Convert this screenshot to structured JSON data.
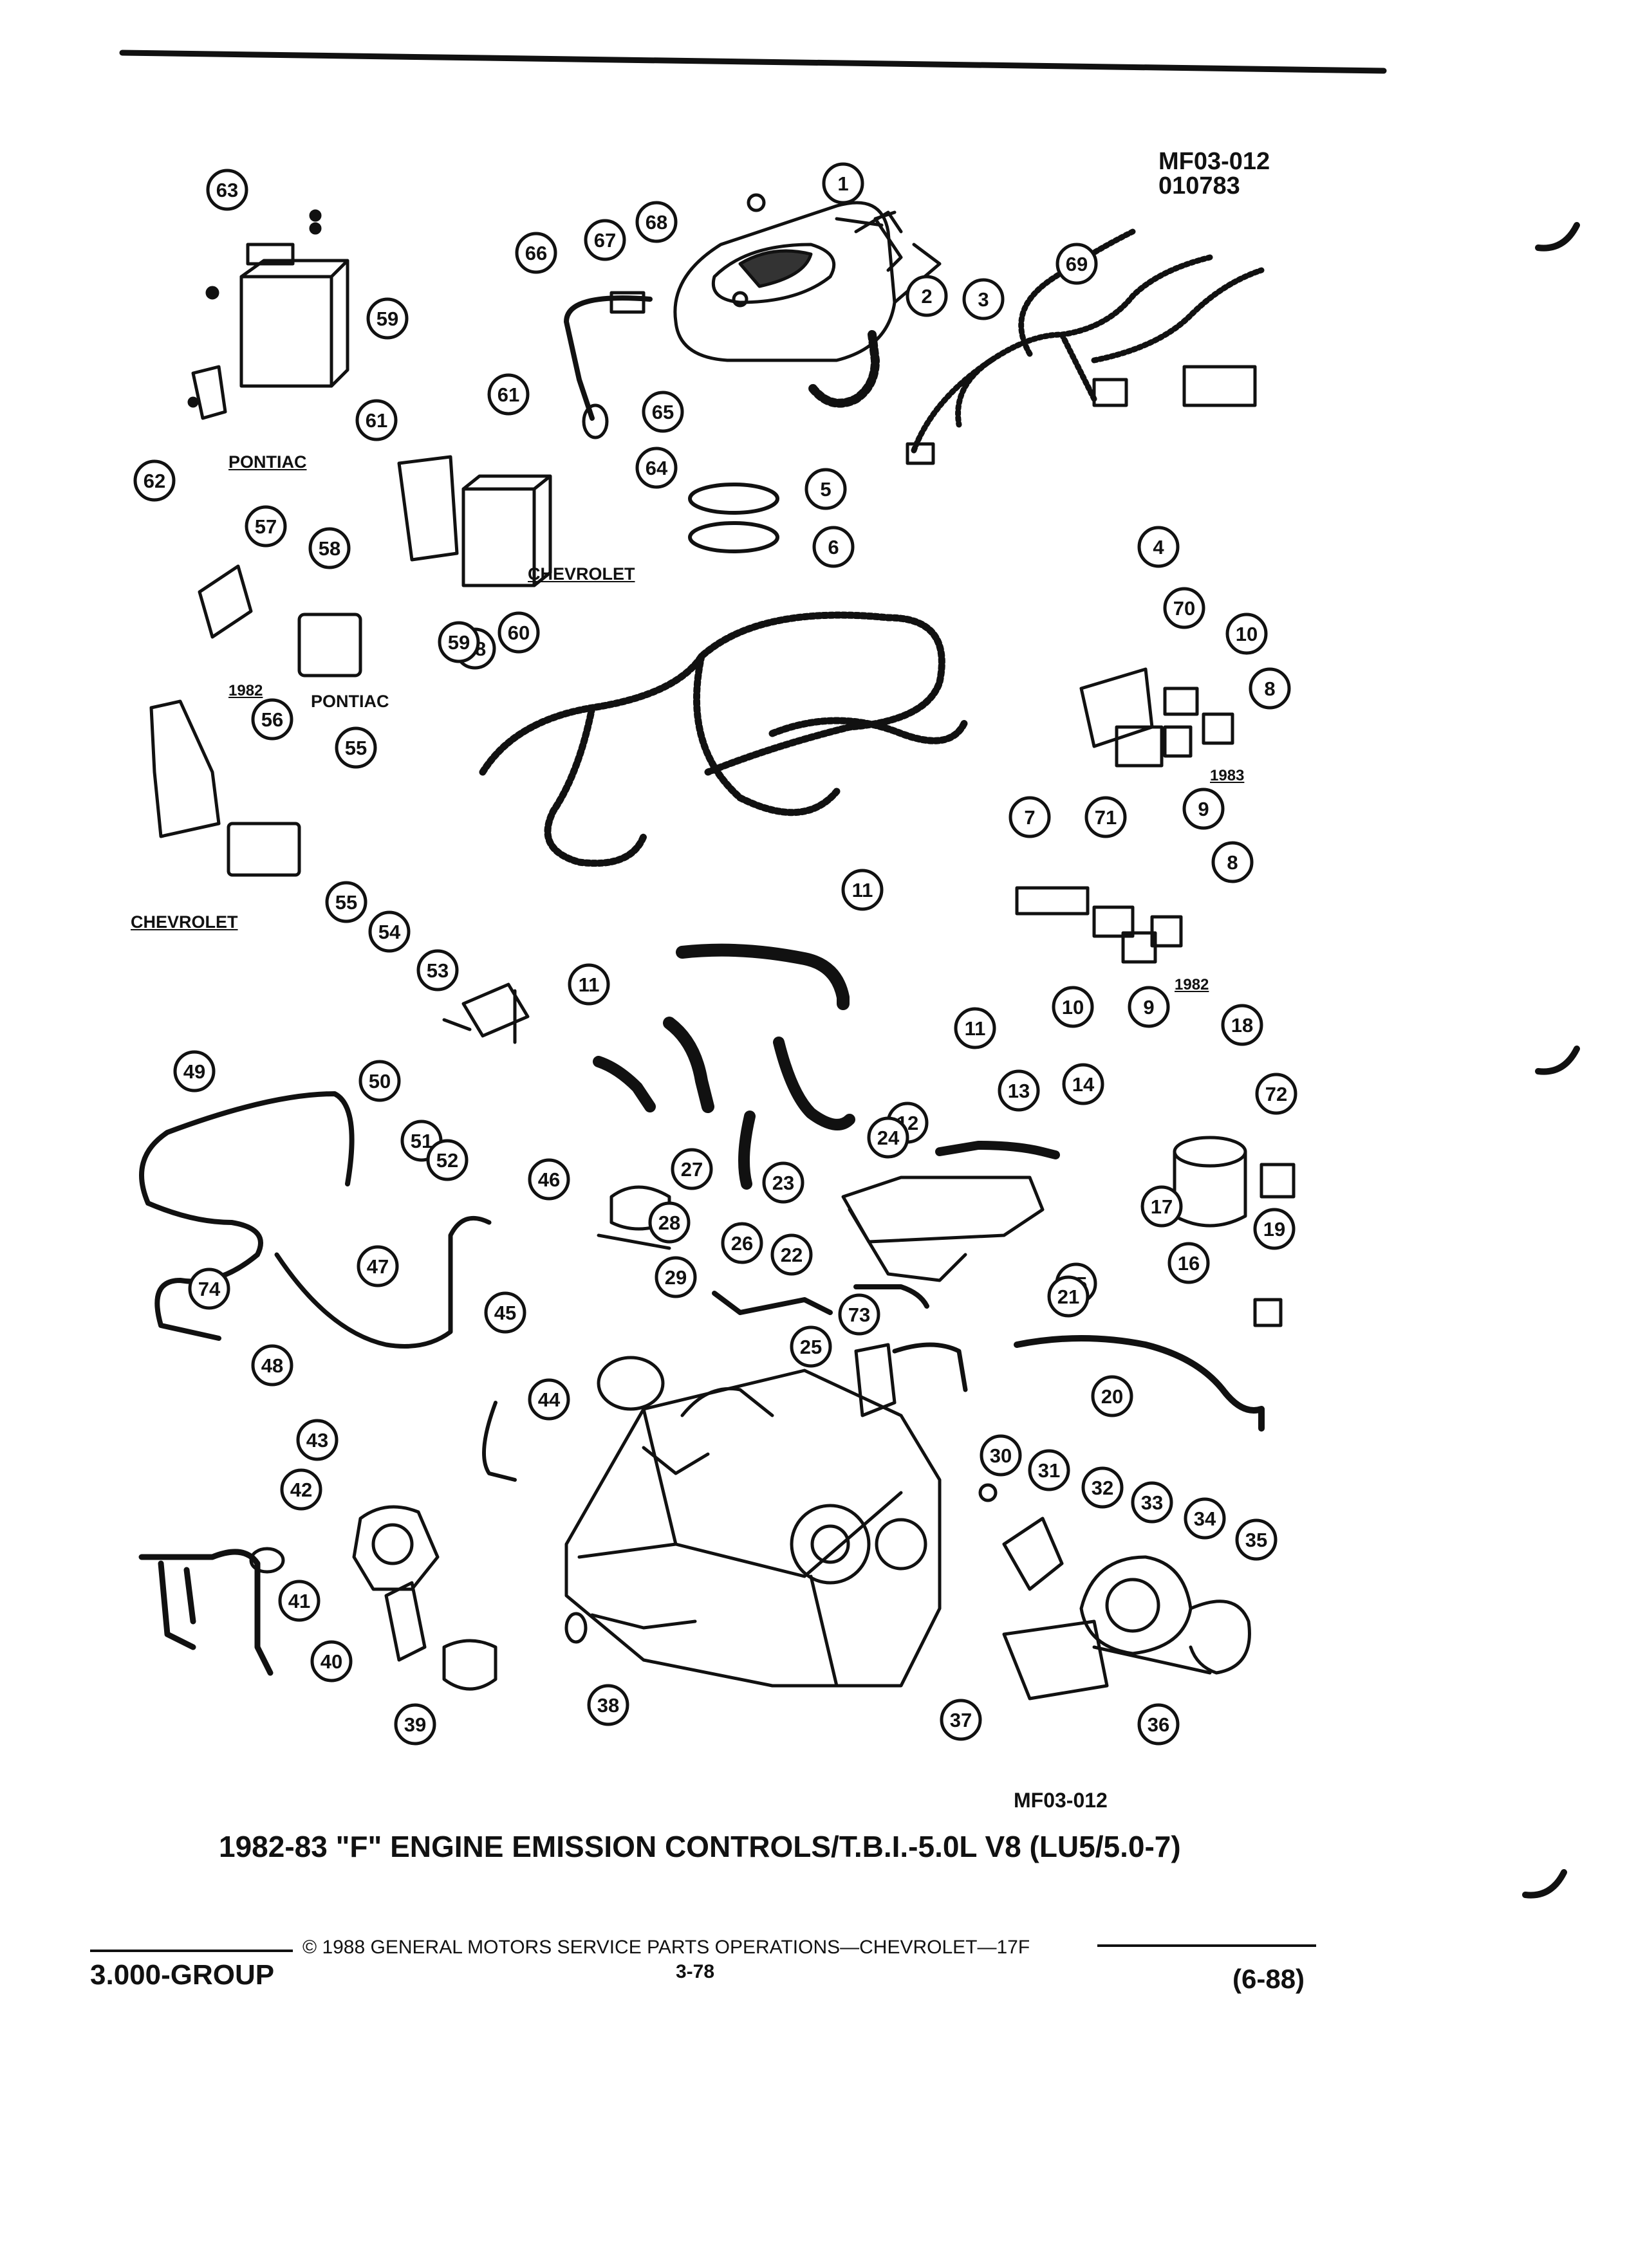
{
  "figure": {
    "code_top": "MF03-012",
    "date_code": "010783",
    "code_bottom": "MF03-012",
    "caption": "1982-83 \"F\" ENGINE EMISSION CONTROLS/T.B.I.-5.0L V8 (LU5/5.0-7)"
  },
  "labels": {
    "pontiac_top": "PONTIAC",
    "chevrolet_ecm": "CHEVROLET",
    "year_1982_left": "1982",
    "pontiac_mid": "PONTIAC",
    "chevrolet_left": "CHEVROLET",
    "year_1983": "1983",
    "year_1982_right": "1982"
  },
  "callouts": [
    "1",
    "2",
    "3",
    "4",
    "5",
    "6",
    "7",
    "8",
    "8",
    "9",
    "9",
    "10",
    "10",
    "11",
    "11",
    "11",
    "12",
    "13",
    "14",
    "15",
    "16",
    "17",
    "18",
    "19",
    "20",
    "21",
    "22",
    "23",
    "24",
    "25",
    "26",
    "27",
    "28",
    "29",
    "30",
    "31",
    "32",
    "33",
    "34",
    "35",
    "36",
    "37",
    "38",
    "39",
    "40",
    "41",
    "42",
    "43",
    "44",
    "45",
    "46",
    "47",
    "48",
    "49",
    "50",
    "51",
    "52",
    "53",
    "54",
    "55",
    "55",
    "56",
    "57",
    "58",
    "58",
    "59",
    "59",
    "60",
    "61",
    "61",
    "62",
    "63",
    "64",
    "65",
    "66",
    "67",
    "68",
    "69",
    "70",
    "71",
    "72",
    "73",
    "74"
  ],
  "footer": {
    "group": "3.000-GROUP",
    "copyright": "© 1988 GENERAL MOTORS SERVICE PARTS OPERATIONS—CHEVROLET—17F",
    "page": "3-78",
    "date": "(6-88)"
  }
}
